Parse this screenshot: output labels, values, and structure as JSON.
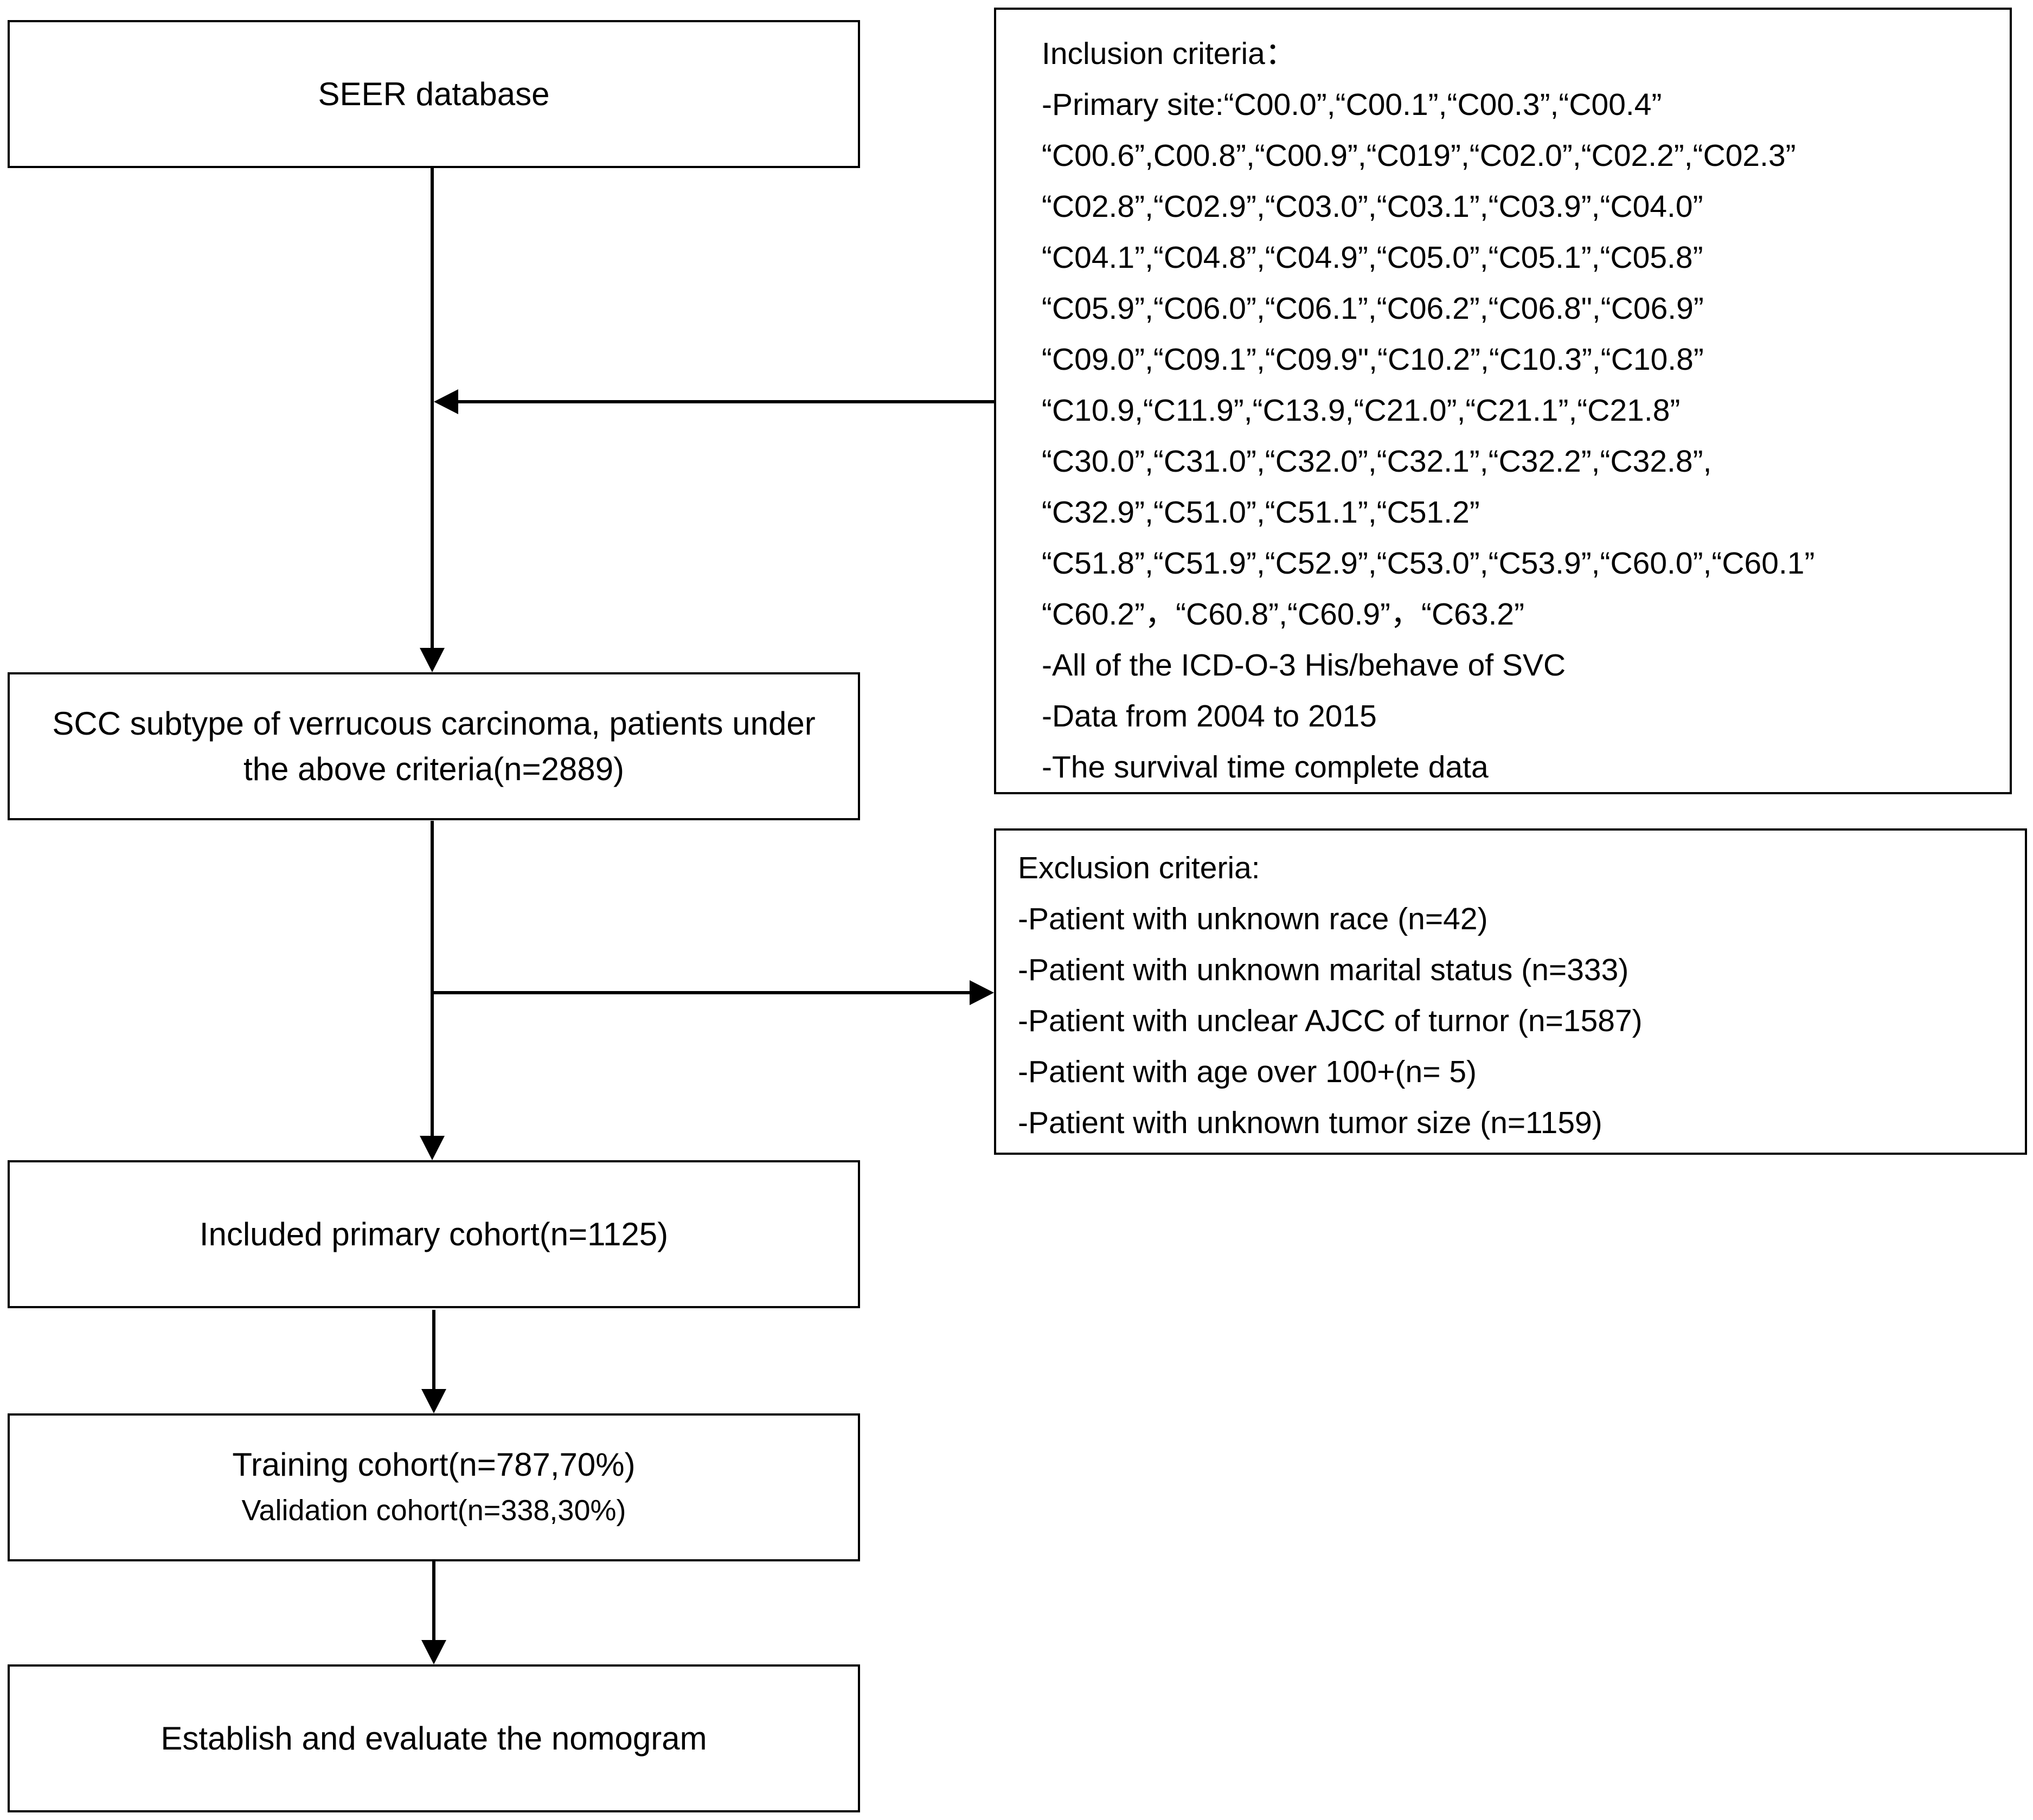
{
  "flow": {
    "seer": "SEER database",
    "scc": [
      "SCC subtype of verrucous carcinoma, patients under",
      "the above criteria(n=2889)"
    ],
    "included": "Included primary cohort(n=1125)",
    "cohorts": [
      "Training cohort(n=787,70%)",
      "Validation cohort(n=338,30%)"
    ],
    "establish": "Establish and evaluate the nomogram"
  },
  "inclusion": {
    "lines": [
      "Inclusion criteria：",
      "-Primary site:“C00.0”,“C00.1”,“C00.3”,“C00.4”",
      "“C00.6”,C00.8”,“C00.9”,“C019”,“C02.0”,“C02.2”,“C02.3”",
      "“C02.8”,“C02.9”,“C03.0”,“C03.1”,“C03.9”,“C04.0”",
      "“C04.1”,“C04.8”,“C04.9”,“C05.0”,“C05.1”,“C05.8”",
      "“C05.9”,“C06.0”,“C06.1”,“C06.2”,“C06.8\",“C06.9”",
      "“C09.0”,“C09.1”,“C09.9\",“C10.2”,“C10.3”,“C10.8”",
      "“C10.9,“C11.9”,“C13.9,“C21.0”,“C21.1”,“C21.8”",
      "“C30.0”,“C31.0”,“C32.0”,“C32.1”,“C32.2”,“C32.8”,",
      "“C32.9”,“C51.0”,“C51.1”,“C51.2”",
      "“C51.8”,“C51.9”,“C52.9”,“C53.0”,“C53.9”,“C60.0”,“C60.1”",
      "“C60.2”，“C60.8”,“C60.9”，“C63.2”",
      "-All of the ICD-O-3 His/behave of SVC",
      "-Data from 2004 to 2015",
      "-The survival time complete data"
    ]
  },
  "exclusion": {
    "lines": [
      "Exclusion criteria:",
      "-Patient with unknown race (n=42)",
      "-Patient with unknown marital status (n=333)",
      "-Patient with unclear AJCC of turnor (n=1587)",
      "-Patient with age over 100+(n= 5)",
      "-Patient with unknown tumor size (n=1159)"
    ]
  }
}
